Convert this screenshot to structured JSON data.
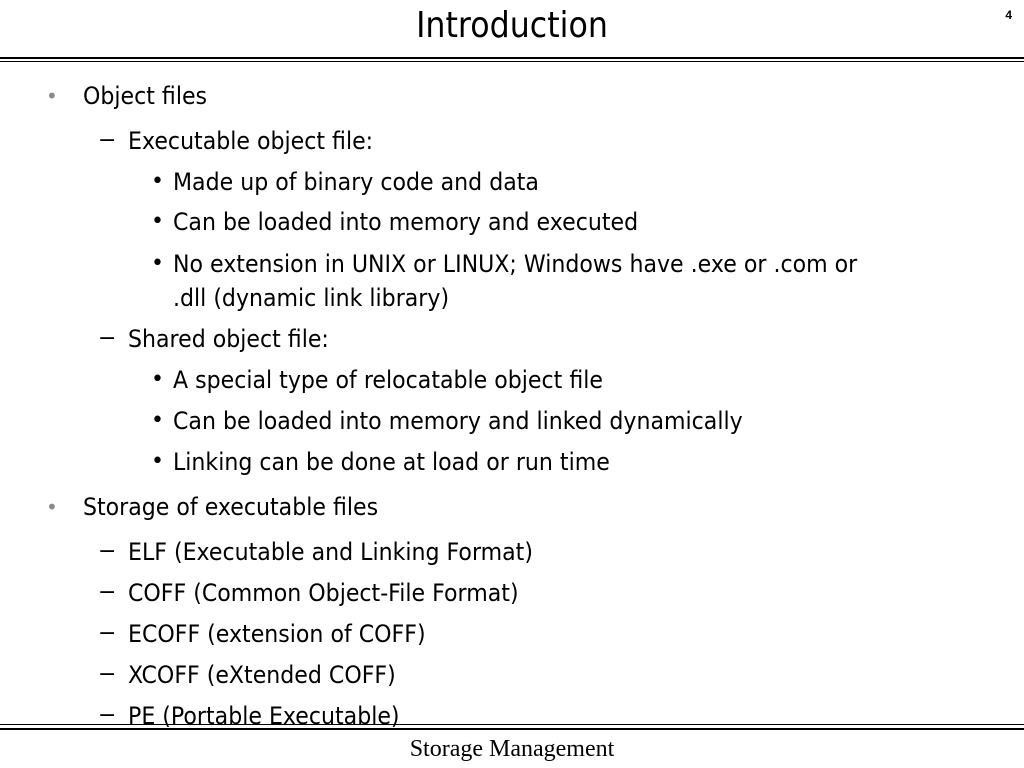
{
  "slide": {
    "title": "Introduction",
    "page_number": "4",
    "footer": "Storage Management"
  },
  "content": {
    "object_files": {
      "label": "Object files",
      "executable": {
        "label": "Executable object file:",
        "items": [
          "Made up of binary code and data",
          "Can be loaded into memory and executed",
          "No extension in UNIX or LINUX; Windows have .exe or .com or",
          ".dll (dynamic link library)"
        ]
      },
      "shared": {
        "label": "Shared object file:",
        "items": [
          "A special type of relocatable object file",
          "Can be loaded into memory and linked dynamically",
          "Linking can be done at load or run time"
        ]
      }
    },
    "storage": {
      "label": "Storage of executable files",
      "items": [
        "ELF (Executable and Linking Format)",
        "COFF (Common Object-File Format)",
        "ECOFF (extension of COFF)",
        "XCOFF (eXtended COFF)",
        "PE (Portable Executable)"
      ]
    }
  }
}
